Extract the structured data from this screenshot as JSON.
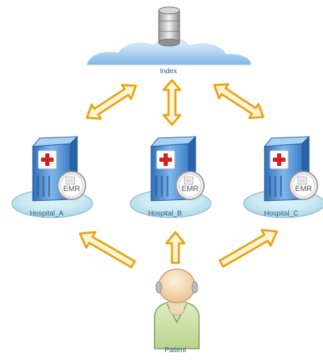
{
  "nodes": {
    "index": {
      "label": "Index",
      "icon": "cloud-database-icon"
    },
    "hospital_a": {
      "label": "Hospital_A",
      "icon": "hospital-icon",
      "badge": "EMR"
    },
    "hospital_b": {
      "label": "Hospital_B",
      "icon": "hospital-icon",
      "badge": "EMR"
    },
    "hospital_c": {
      "label": "Hospital_C",
      "icon": "hospital-icon",
      "badge": "EMR"
    },
    "patient": {
      "label": "Patient",
      "icon": "patient-icon"
    }
  },
  "edges": [
    {
      "from": "index",
      "to": "hospital_a",
      "type": "bidirectional"
    },
    {
      "from": "index",
      "to": "hospital_b",
      "type": "bidirectional"
    },
    {
      "from": "index",
      "to": "hospital_c",
      "type": "bidirectional"
    },
    {
      "from": "patient",
      "to": "hospital_a",
      "type": "directed"
    },
    {
      "from": "patient",
      "to": "hospital_b",
      "type": "directed"
    },
    {
      "from": "patient",
      "to": "hospital_c",
      "type": "directed"
    }
  ],
  "colors": {
    "arrow_fill": "#fdf4d2",
    "arrow_stroke": "#e8a316",
    "label": "#2a5a8a",
    "cloud": "#9cc8ec",
    "hospital_body": "#4a90d6",
    "cross": "#d42020"
  }
}
